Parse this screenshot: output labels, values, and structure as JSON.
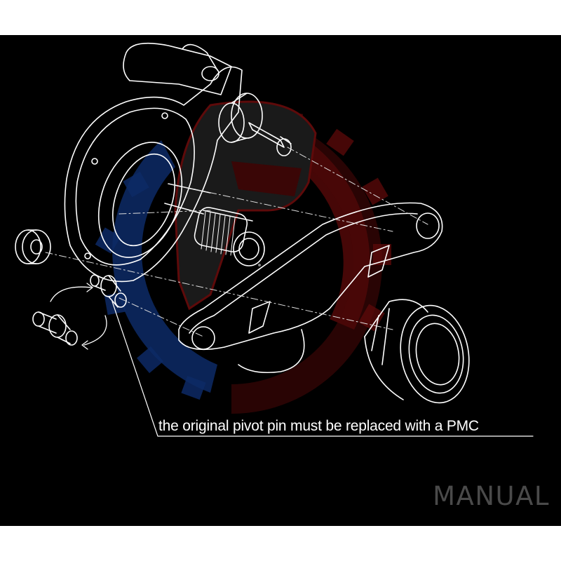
{
  "callout": {
    "text": "the original pivot pin must be replaced with a PMC"
  },
  "brand": {
    "text": "MANUAL"
  },
  "colors": {
    "background": "#000000",
    "frame": "#ffffff",
    "line_art": "#ffffff",
    "gear_red": "#7a0c0c",
    "gear_blue": "#0d2a66",
    "brand_text": "#4a4a4a"
  },
  "icons": {
    "rotation_arrow": "curved-double-arrow-icon",
    "background_logo": "gear-helmet-logo"
  }
}
